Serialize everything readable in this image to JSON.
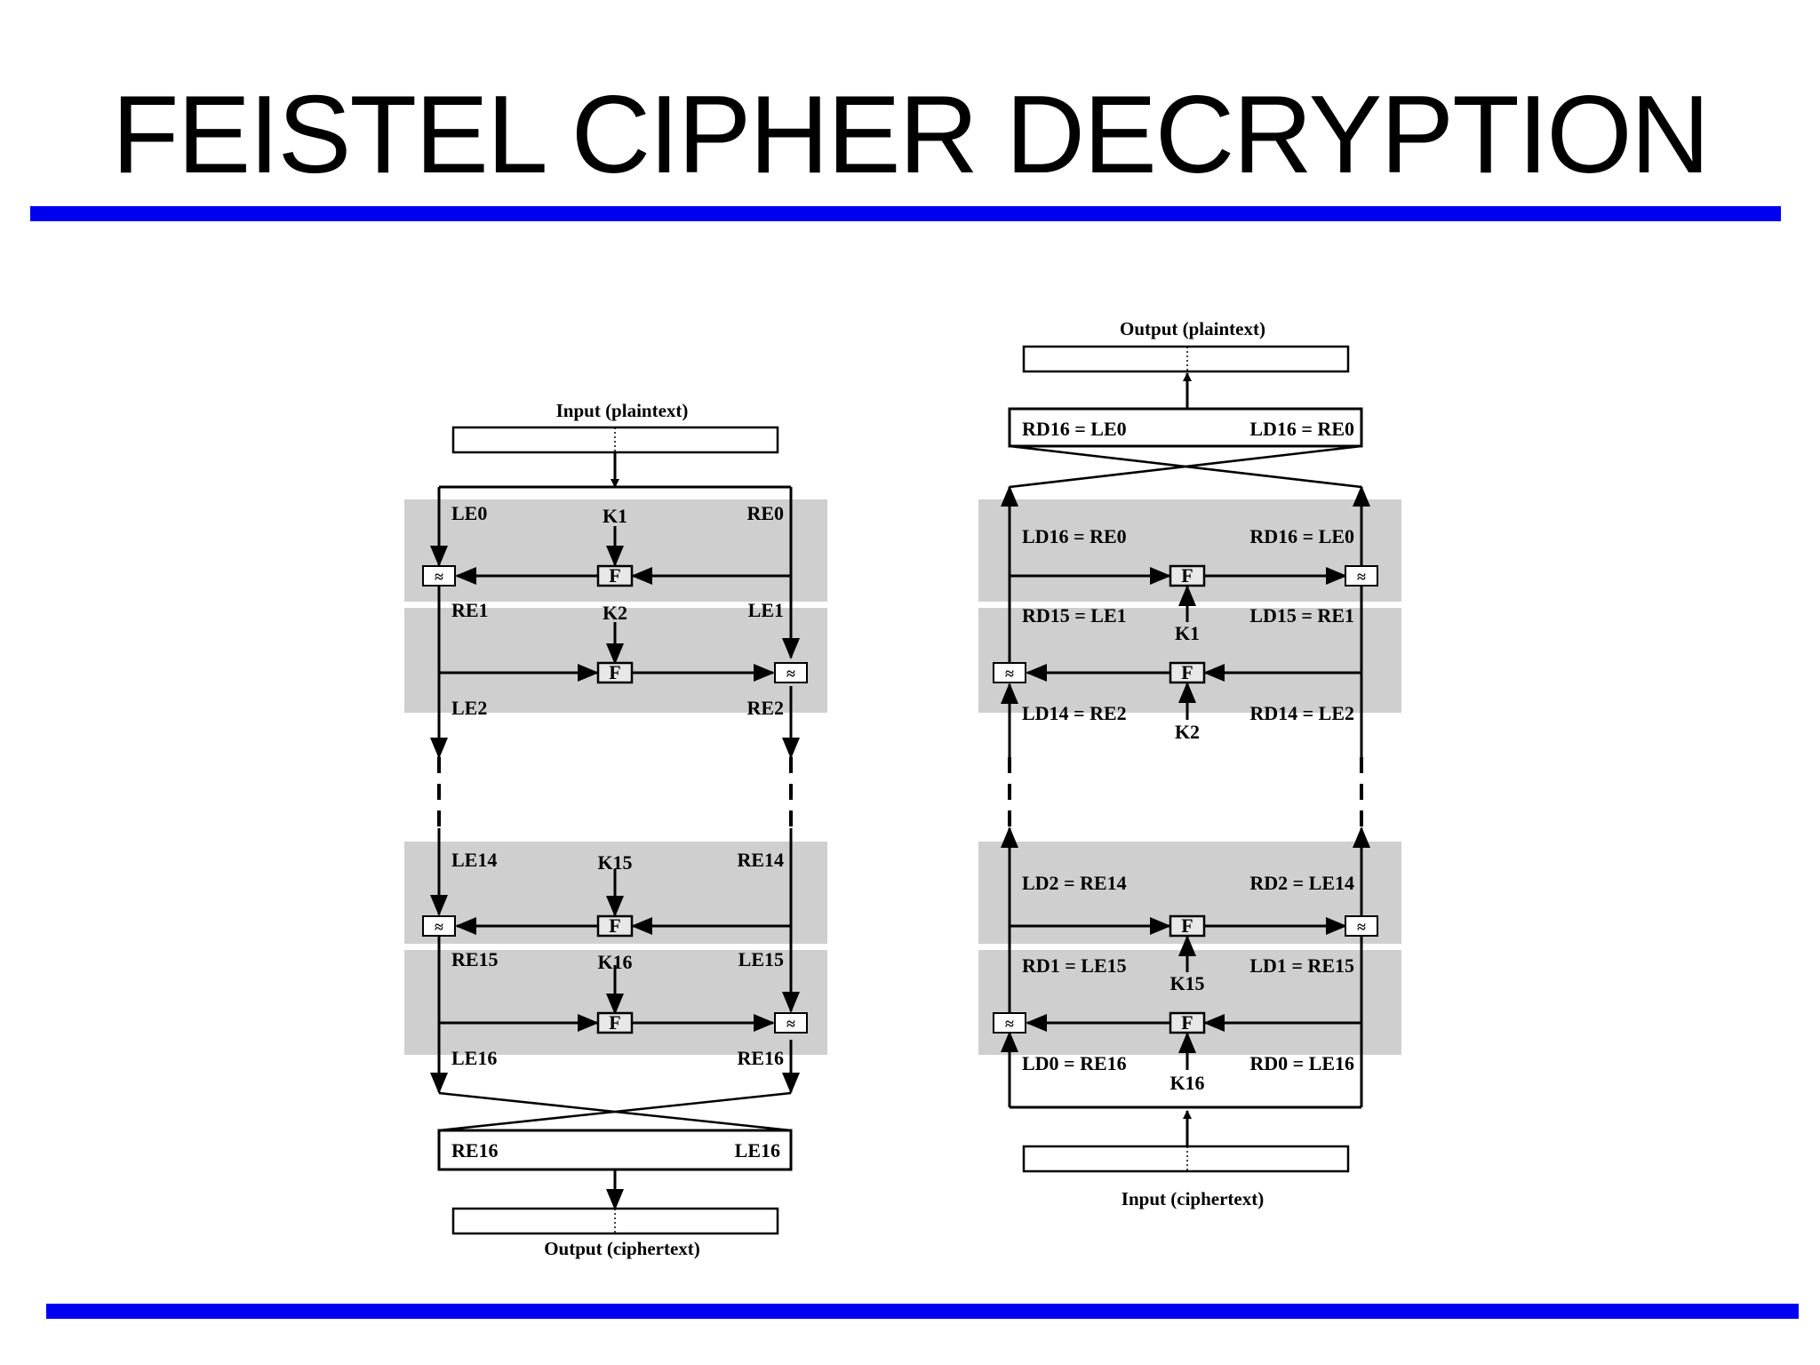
{
  "slide": {
    "title": "FEISTEL CIPHER DECRYPTION",
    "accent_color": "#0000f0",
    "round_shade_color": "#cfcfcf"
  },
  "encryption": {
    "input_caption": "Input (plaintext)",
    "output_caption": "Output (ciphertext)",
    "function_label": "F",
    "xor_symbol": "≈",
    "rounds": [
      {
        "top_left": "LE0",
        "key": "K1",
        "top_right": "RE0"
      },
      {
        "top_left": "RE1",
        "key": "K2",
        "top_right": "LE1",
        "bottom_left": "LE2",
        "bottom_right": "RE2"
      },
      {
        "top_left": "LE14",
        "key": "K15",
        "top_right": "RE14"
      },
      {
        "top_left": "RE15",
        "key": "K16",
        "top_right": "LE15",
        "bottom_left": "LE16",
        "bottom_right": "RE16"
      }
    ],
    "swap_left": "RE16",
    "swap_right": "LE16"
  },
  "decryption": {
    "output_caption": "Output (plaintext)",
    "input_caption": "Input (ciphertext)",
    "function_label": "F",
    "xor_symbol": "≈",
    "swap_left": "RD16 = LE0",
    "swap_right": "LD16 = RE0",
    "rounds": [
      {
        "left": "LD16 = RE0",
        "right": "RD16 = LE0"
      },
      {
        "left": "RD15 = LE1",
        "right": "LD15 = RE1",
        "key": "K1",
        "bottom_left": "LD14 = RE2",
        "bottom_right": "RD14 = LE2",
        "bottom_key": "K2"
      },
      {
        "left": "LD2 = RE14",
        "right": "RD2 = LE14"
      },
      {
        "left": "RD1 = LE15",
        "right": "LD1 = RE15",
        "key": "K15",
        "bottom_left": "LD0 = RE16",
        "bottom_right": "RD0 = LE16",
        "bottom_key": "K16"
      }
    ]
  }
}
